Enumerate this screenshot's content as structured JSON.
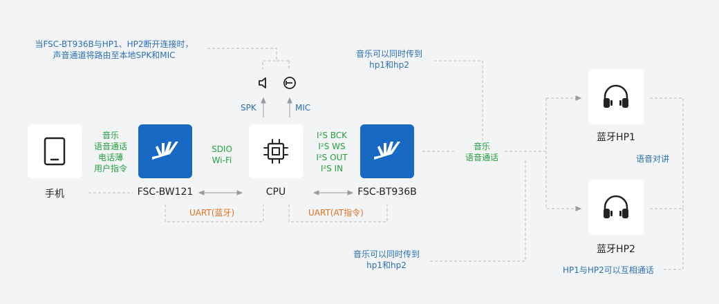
{
  "nodes": {
    "phone": "手机",
    "bw121": "FSC-BW121",
    "cpu": "CPU",
    "bt936b": "FSC-BT936B",
    "hp1": "蓝牙HP1",
    "hp2": "蓝牙HP2"
  },
  "phone_features": [
    "音乐",
    "语音通话",
    "电话薄",
    "用户指令"
  ],
  "sdio_wifi": [
    "SDIO",
    "Wi-Fi"
  ],
  "i2s": [
    "I²S BCK",
    "I²S WS",
    "I²S OUT",
    "I²S IN"
  ],
  "spk": "SPK",
  "mic": "MIC",
  "uart1": "UART(蓝牙)",
  "uart2": "UART(AT指令)",
  "top_note": [
    "当FSC-BT936B与HP1、HP2断开连接时，",
    "声音通道将路由至本地SPK和MIC"
  ],
  "sim_top": [
    "音乐可以同时传到",
    "hp1和hp2"
  ],
  "sim_bottom": [
    "音乐可以同时传到",
    "hp1和hp2"
  ],
  "music_call": [
    "音乐",
    "语音通话"
  ],
  "intercom": "语音对讲",
  "hp_talk": "HP1与HP2可以互相通话",
  "colors": {
    "accent_blue": "#1769c4",
    "green": "#22a13c",
    "orange": "#e0701e",
    "text_blue": "#2a6fb6"
  }
}
